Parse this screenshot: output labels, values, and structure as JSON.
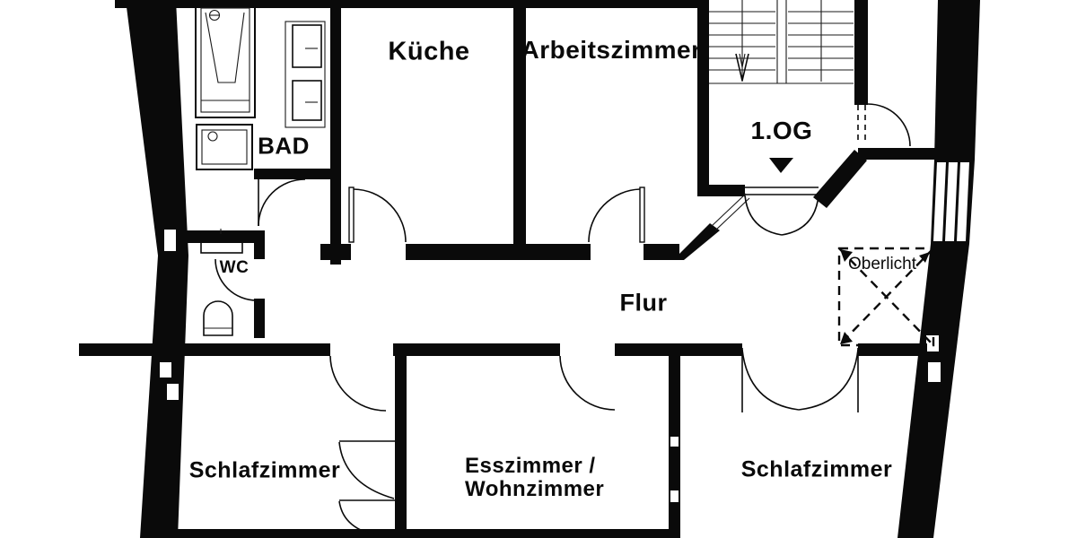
{
  "floor_plan": {
    "floor_label": "1.OG",
    "rooms": {
      "bad": "BAD",
      "wc": "WC",
      "kueche": "Küche",
      "arbeitszimmer": "Arbeitszimmer",
      "flur": "Flur",
      "schlafzimmer_links": "Schlafzimmer",
      "esszimmer_wohnzimmer_line1": "Esszimmer /",
      "esszimmer_wohnzimmer_line2": "Wohnzimmer",
      "schlafzimmer_rechts": "Schlafzimmer",
      "oberlicht": "Oberlicht"
    },
    "colors": {
      "walls": "#0a0a0a",
      "background": "#ffffff"
    }
  }
}
